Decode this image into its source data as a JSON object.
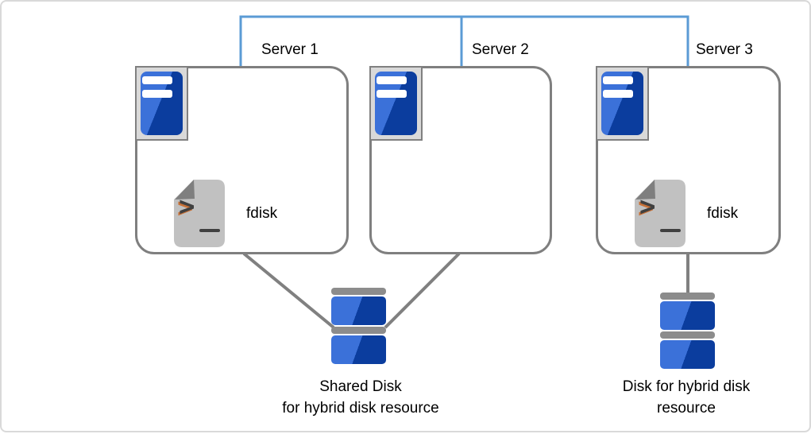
{
  "diagram": {
    "servers": [
      {
        "label": "Server 1",
        "fdisk_label": "fdisk"
      },
      {
        "label": "Server 2"
      },
      {
        "label": "Server 3",
        "fdisk_label": "fdisk"
      }
    ],
    "disks": [
      {
        "caption_line1": "Shared Disk",
        "caption_line2": "for hybrid disk resource"
      },
      {
        "caption_line1": "Disk for hybrid disk",
        "caption_line2": "resource"
      }
    ],
    "icons": {
      "server": "server-tower-icon",
      "script": "terminal-script-file-icon",
      "disk": "disk-stack-icon"
    },
    "colors": {
      "network_line": "#5B9BD5",
      "box_border": "#7F7F7F",
      "connector_line": "#808080",
      "server_blue_light": "#3B71D9",
      "server_blue_dark": "#0B3D9E",
      "icon_frame": "#D9D9D9",
      "document_gray": "#C1C1C1",
      "fold_gray": "#7F7F7F",
      "disk_cap_gray": "#8C8C8C",
      "text": "#000000"
    }
  }
}
